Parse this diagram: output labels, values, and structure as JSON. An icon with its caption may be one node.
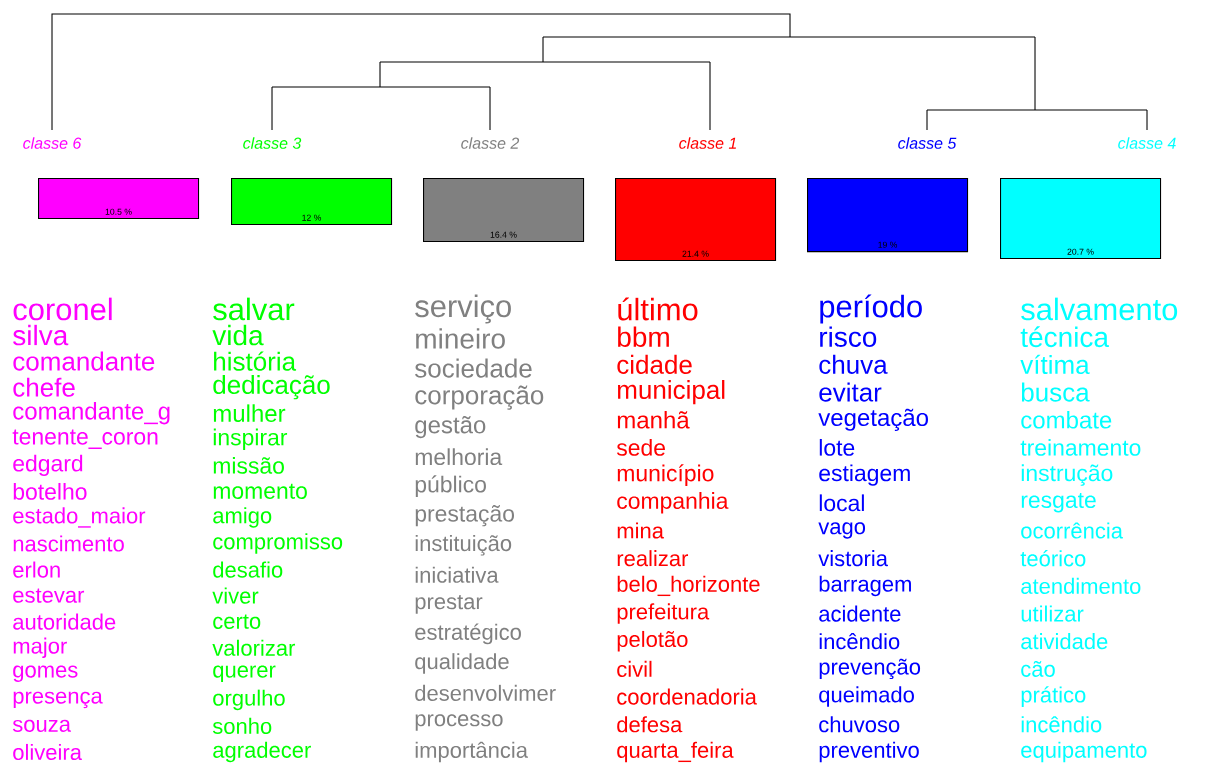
{
  "diagram": {
    "nodes": [
      {
        "text": [
          "classe  6",
          "10.5 %"
        ],
        "beside": [
          "coronel",
          "silva",
          "comandante",
          "chefe",
          "comandante_g",
          "tenente_coron",
          "edgard",
          "botelho",
          "estado_maior",
          "nascimento",
          "erlon",
          "estevar",
          "autoridade",
          "major",
          "gomes",
          "presença",
          "souza",
          "oliveira"
        ]
      },
      {
        "text": [
          "classe  3",
          "12 %"
        ],
        "beside": [
          "salvar",
          "vida",
          "história",
          "dedicação",
          "mulher",
          "inspirar",
          "missão",
          "momento",
          "amigo",
          "compromisso",
          "desafio",
          "viver",
          "certo",
          "valorizar",
          "querer",
          "orgulho",
          "sonho",
          "agradecer"
        ]
      },
      {
        "text": [
          "classe  2",
          "16.4 %"
        ],
        "beside": [
          "serviço",
          "mineiro",
          "sociedade",
          "corporação",
          "gestão",
          "melhoria",
          "público",
          "prestação",
          "instituição",
          "iniciativa",
          "prestar",
          "estratégico",
          "qualidade",
          "desenvolvimer",
          "processo",
          "importância"
        ]
      },
      {
        "text": [
          "classe  1",
          "21.4 %"
        ],
        "beside": [
          "último",
          "bbm",
          "cidade",
          "municipal",
          "manhã",
          "sede",
          "município",
          "companhia",
          "mina",
          "realizar",
          "belo_horizonte",
          "prefeitura",
          "pelotão",
          "civil",
          "coordenadoria",
          "defesa",
          "quarta_feira"
        ]
      },
      {
        "text": [
          "classe  5",
          "19 %"
        ],
        "beside": [
          "período",
          "risco",
          "chuva",
          "evitar",
          "vegetação",
          "lote",
          "estiagem",
          "local",
          "vago",
          "vistoria",
          "barragem",
          "acidente",
          "incêndio",
          "prevenção",
          "queimado",
          "chuvoso",
          "preventivo"
        ]
      },
      {
        "text": [
          "classe  4",
          "20.7 %"
        ],
        "beside": [
          "salvamento",
          "técnica",
          "vítima",
          "busca",
          "combate",
          "treinamento",
          "instrução",
          "resgate",
          "ocorrência",
          "teórico",
          "atendimento",
          "utilizar",
          "atividade",
          "cão",
          "prático",
          "incêndio",
          "equipamento"
        ]
      }
    ]
  }
}
